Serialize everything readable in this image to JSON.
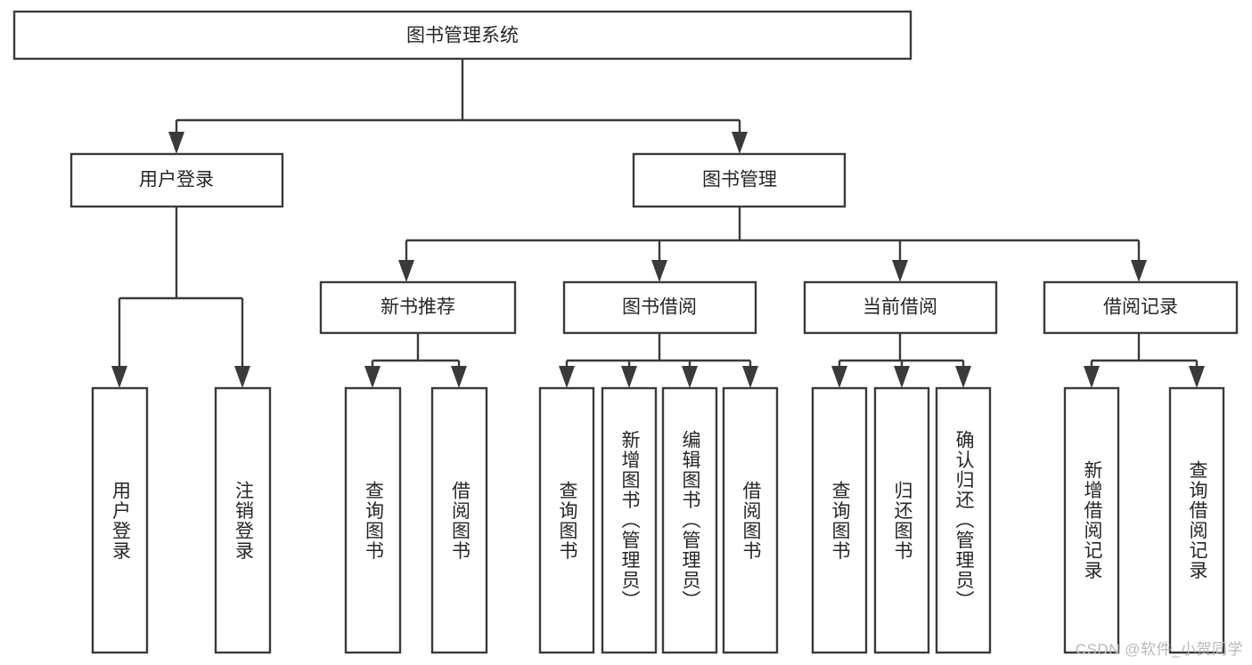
{
  "diagram": {
    "type": "tree-hierarchy-chart",
    "title": "图书管理系统",
    "background_color": "#ffffff",
    "line_color": "#3a3a3a",
    "text_color": "#262626",
    "root": {
      "id": "root",
      "label": "图书管理系统"
    },
    "level2": [
      {
        "id": "user-login",
        "label": "用户登录"
      },
      {
        "id": "book-management",
        "label": "图书管理"
      }
    ],
    "level3": [
      {
        "id": "new-book-recommend",
        "label": "新书推荐",
        "parent": "book-management"
      },
      {
        "id": "book-borrow",
        "label": "图书借阅",
        "parent": "book-management"
      },
      {
        "id": "current-borrow",
        "label": "当前借阅",
        "parent": "book-management"
      },
      {
        "id": "borrow-record",
        "label": "借阅记录",
        "parent": "book-management"
      }
    ],
    "leaves": [
      {
        "id": "leaf-user-login",
        "label": "用户登录",
        "parent": "user-login"
      },
      {
        "id": "leaf-logout",
        "label": "注销登录",
        "parent": "user-login"
      },
      {
        "id": "leaf-query-book-1",
        "label": "查询图书",
        "parent": "new-book-recommend"
      },
      {
        "id": "leaf-borrow-book-1",
        "label": "借阅图书",
        "parent": "new-book-recommend"
      },
      {
        "id": "leaf-query-book-2",
        "label": "查询图书",
        "parent": "book-borrow"
      },
      {
        "id": "leaf-add-book",
        "label": "新增图书（管理员）",
        "parent": "book-borrow"
      },
      {
        "id": "leaf-edit-book",
        "label": "编辑图书（管理员）",
        "parent": "book-borrow"
      },
      {
        "id": "leaf-borrow-book-2",
        "label": "借阅图书",
        "parent": "book-borrow"
      },
      {
        "id": "leaf-query-book-3",
        "label": "查询图书",
        "parent": "current-borrow"
      },
      {
        "id": "leaf-return-book",
        "label": "归还图书",
        "parent": "current-borrow"
      },
      {
        "id": "leaf-confirm-return",
        "label": "确认归还（管理员）",
        "parent": "current-borrow"
      },
      {
        "id": "leaf-add-record",
        "label": "新增借阅记录",
        "parent": "borrow-record"
      },
      {
        "id": "leaf-query-record",
        "label": "查询借阅记录",
        "parent": "borrow-record"
      }
    ]
  },
  "watermark": {
    "text": "CSDN @软件_小贺同学"
  }
}
